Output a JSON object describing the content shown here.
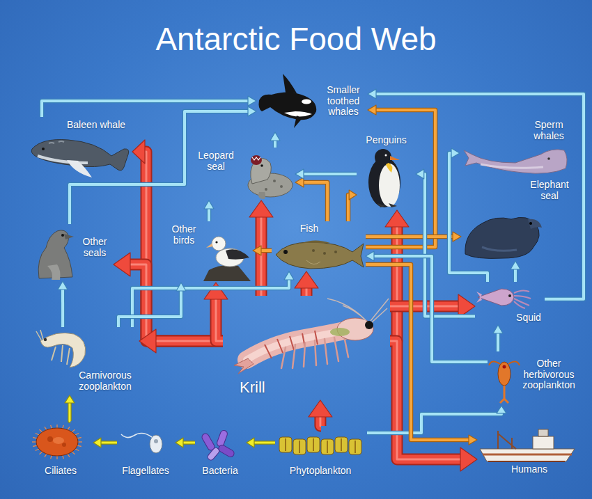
{
  "diagram": {
    "title": "Antarctic Food Web",
    "nodes": [
      {
        "text": [
          "Baleen whale"
        ]
      },
      {
        "text": [
          "Smaller toothed whales"
        ]
      },
      {
        "text": [
          "Sperm whales"
        ]
      },
      {
        "text": [
          "Leopard seal"
        ]
      },
      {
        "text": [
          "Penguins"
        ]
      },
      {
        "text": [
          "Elephant seal"
        ]
      },
      {
        "text": [
          "Other seals"
        ]
      },
      {
        "text": [
          "Other birds"
        ]
      },
      {
        "text": [
          "Fish"
        ]
      },
      {
        "text": [
          "Squid"
        ]
      },
      {
        "text": [
          "Krill"
        ]
      },
      {
        "text": [
          "Carnivorous zooplankton"
        ]
      },
      {
        "text": [
          "Other herbivorous zooplankton"
        ]
      },
      {
        "text": [
          "Ciliates"
        ]
      },
      {
        "text": [
          "Flagellates"
        ]
      },
      {
        "text": [
          "Bacteria"
        ]
      },
      {
        "text": [
          "Phytoplankton"
        ]
      },
      {
        "text": [
          "Humans"
        ]
      }
    ],
    "edges": [
      {
        "from": 10,
        "to": 0,
        "arrow": "to"
      },
      {
        "from": 10,
        "to": 6,
        "arrow": "to"
      },
      {
        "from": 10,
        "to": 11,
        "arrow": "to"
      },
      {
        "from": 10,
        "to": 7,
        "arrow": "to"
      },
      {
        "from": 10,
        "to": 3,
        "arrow": "to"
      },
      {
        "from": 10,
        "to": 8,
        "arrow": "to"
      },
      {
        "from": 10,
        "to": 4,
        "arrow": "to"
      },
      {
        "from": 10,
        "to": 9,
        "arrow": "to"
      },
      {
        "from": 10,
        "to": 17,
        "arrow": "to"
      },
      {
        "from": 16,
        "to": 10,
        "arrow": "to"
      },
      {
        "from": 16,
        "to": 15,
        "arrow": "to"
      },
      {
        "from": 15,
        "to": 14,
        "arrow": "to"
      },
      {
        "from": 14,
        "to": 13,
        "arrow": "to"
      },
      {
        "from": 13,
        "to": 11,
        "arrow": "to"
      },
      {
        "from": 16,
        "to": 12,
        "arrow": "to"
      },
      {
        "from": 8,
        "to": 7,
        "arrow": "to"
      },
      {
        "from": 8,
        "to": 3,
        "arrow": "to"
      },
      {
        "from": 8,
        "to": 4,
        "arrow": "to"
      },
      {
        "from": 8,
        "to": 1,
        "arrow": "to"
      },
      {
        "from": 8,
        "to": 5,
        "arrow": "to"
      },
      {
        "from": 8,
        "to": 17,
        "arrow": "to"
      },
      {
        "from": 9,
        "to": 2,
        "arrow": "to"
      },
      {
        "from": 9,
        "to": 5,
        "arrow": "to"
      },
      {
        "from": 9,
        "to": 1,
        "arrow": "to"
      },
      {
        "from": 9,
        "to": 4,
        "arrow": "to"
      },
      {
        "from": 0,
        "to": 1,
        "arrow": "to"
      },
      {
        "from": 3,
        "to": 1,
        "arrow": "to"
      },
      {
        "from": 6,
        "to": 1,
        "arrow": "to"
      },
      {
        "from": 4,
        "to": 3,
        "arrow": "to"
      },
      {
        "from": 7,
        "to": 3,
        "arrow": "to"
      },
      {
        "from": 11,
        "to": 8,
        "arrow": "to"
      },
      {
        "from": 11,
        "to": 6,
        "arrow": "to"
      },
      {
        "from": 11,
        "to": 7,
        "arrow": "to"
      },
      {
        "from": 12,
        "to": 8,
        "arrow": "to"
      },
      {
        "from": 12,
        "to": 9,
        "arrow": "to"
      }
    ]
  }
}
